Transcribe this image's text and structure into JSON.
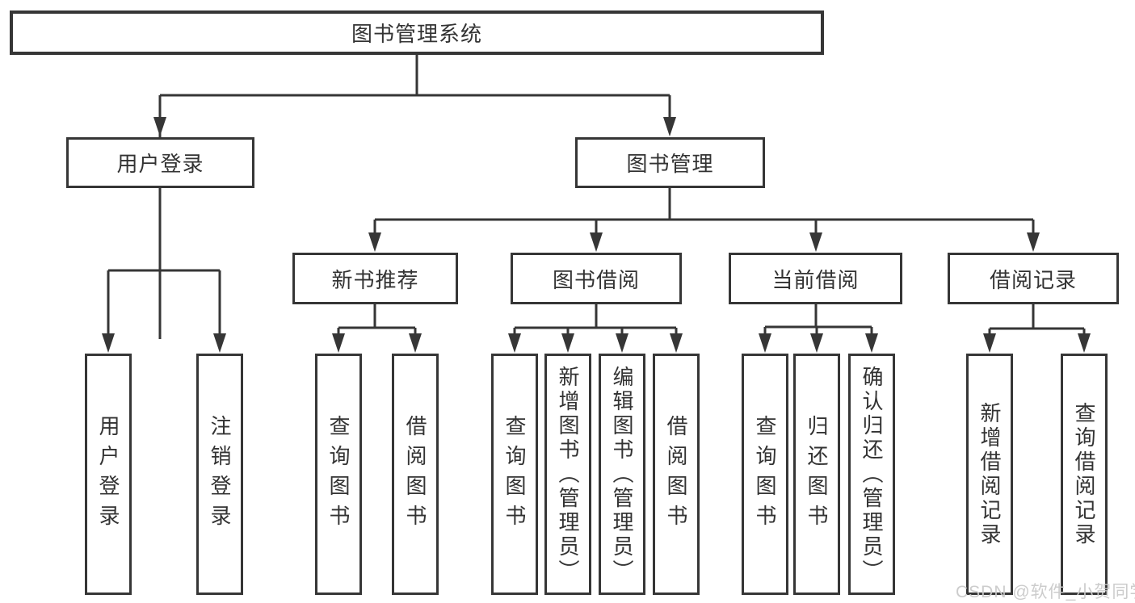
{
  "diagram": {
    "root": {
      "label": "图书管理系统"
    },
    "level2": [
      {
        "label": "用户登录"
      },
      {
        "label": "图书管理"
      }
    ],
    "level3": [
      {
        "label": "新书推荐"
      },
      {
        "label": "图书借阅"
      },
      {
        "label": "当前借阅"
      },
      {
        "label": "借阅记录"
      }
    ],
    "leaves": {
      "user_login_children": [
        {
          "label": "用户登录"
        },
        {
          "label": "注销登录"
        }
      ],
      "new_book_children": [
        {
          "label": "查询图书"
        },
        {
          "label": "借阅图书"
        }
      ],
      "book_borrow_children": [
        {
          "label": "查询图书"
        },
        {
          "label": "新增图书（管理员）"
        },
        {
          "label": "编辑图书（管理员）"
        },
        {
          "label": "借阅图书"
        }
      ],
      "current_borrow_children": [
        {
          "label": "查询图书"
        },
        {
          "label": "归还图书"
        },
        {
          "label": "确认归还（管理员）"
        }
      ],
      "borrow_record_children": [
        {
          "label": "新增借阅记录"
        },
        {
          "label": "查询借阅记录"
        }
      ]
    },
    "colors": {
      "line": "#363636",
      "text": "#333333",
      "box_background": "#ffffff",
      "watermark": "#c9c9c9"
    }
  },
  "watermark": {
    "text": "CSDN @软件_小贺同学"
  }
}
